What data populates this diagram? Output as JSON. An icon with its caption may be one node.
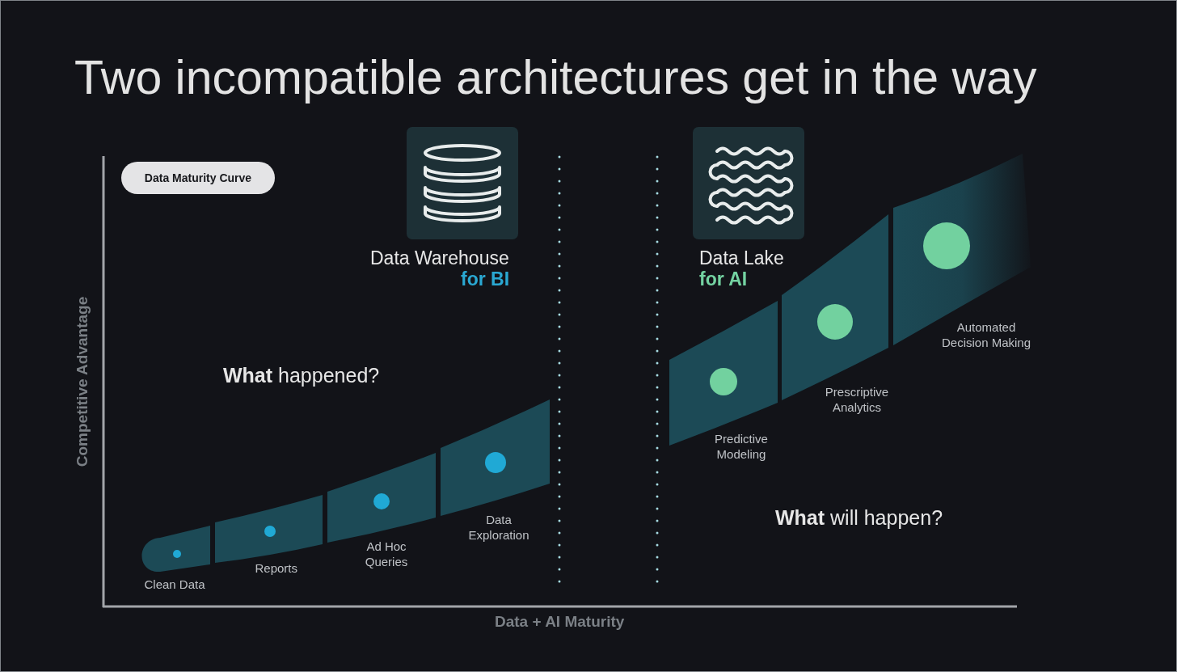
{
  "diagram": {
    "title": "Two incompatible architectures get in the way",
    "nodes": [
      {
        "text": [
          "Data Maturity Curve"
        ]
      },
      {
        "text": [
          "Data Warehouse",
          "for BI"
        ]
      },
      {
        "text": [
          "Data Lake",
          "for AI"
        ]
      },
      {
        "text": [
          "Clean Data"
        ]
      },
      {
        "text": [
          "Reports"
        ]
      },
      {
        "text": [
          "Ad Hoc Queries"
        ]
      },
      {
        "text": [
          "Data Exploration"
        ]
      },
      {
        "text": [
          "Predictive Modeling"
        ]
      },
      {
        "text": [
          "Prescriptive Analytics"
        ]
      },
      {
        "text": [
          "Automated Decision Making"
        ]
      }
    ],
    "labels": [
      "Competitive Advantage",
      "**What** happened?",
      "**What** will happen?",
      "Data + AI Maturity"
    ]
  }
}
